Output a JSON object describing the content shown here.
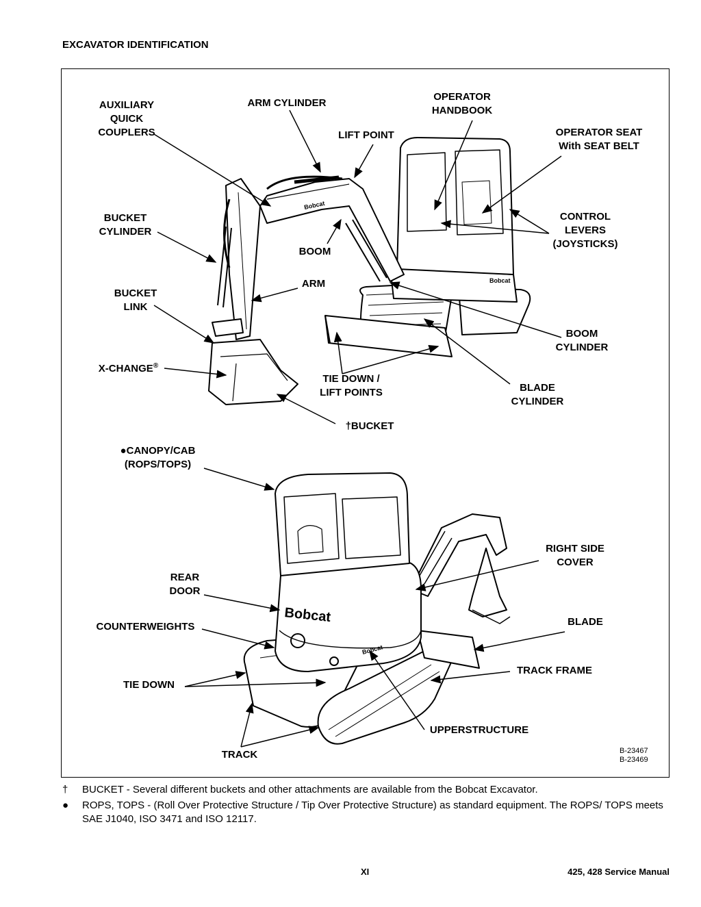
{
  "header": {
    "title": "EXCAVATOR IDENTIFICATION"
  },
  "figure": {
    "labels": {
      "auxiliary_quick_couplers": "AUXILIARY\nQUICK\nCOUPLERS",
      "arm_cylinder": "ARM CYLINDER",
      "operator_handbook": "OPERATOR\nHANDBOOK",
      "lift_point": "LIFT POINT",
      "operator_seat": "OPERATOR SEAT\nWith SEAT BELT",
      "bucket_cylinder": "BUCKET\nCYLINDER",
      "control_levers": "CONTROL\nLEVERS\n(JOYSTICKS)",
      "boom": "BOOM",
      "arm": "ARM",
      "bucket_link": "BUCKET\nLINK",
      "boom_cylinder": "BOOM\nCYLINDER",
      "x_change": "X-CHANGE",
      "x_change_mark": "®",
      "tie_down_lift_points": "TIE DOWN /\nLIFT POINTS",
      "blade_cylinder": "BLADE\nCYLINDER",
      "bucket": "†BUCKET",
      "canopy_cab": "●CANOPY/CAB\n(ROPS/TOPS)",
      "right_side_cover": "RIGHT SIDE\nCOVER",
      "rear_door": "REAR\nDOOR",
      "blade": "BLADE",
      "counterweights": "COUNTERWEIGHTS",
      "track_frame": "TRACK FRAME",
      "tie_down": "TIE DOWN",
      "upperstructure": "UPPERSTRUCTURE",
      "track": "TRACK"
    },
    "brand_logo": "Bobcat",
    "reference_numbers": "B-23467\nB-23469"
  },
  "notes": [
    {
      "symbol": "†",
      "text": "BUCKET - Several different buckets and other attachments are available from the Bobcat Excavator."
    },
    {
      "symbol": "●",
      "text": "ROPS, TOPS - (Roll Over Protective Structure / Tip Over Protective Structure) as standard equipment. The ROPS/ TOPS meets SAE J1040, ISO 3471 and ISO 12117."
    }
  ],
  "footer": {
    "page_number": "XI",
    "manual_title": "425, 428 Service Manual"
  }
}
